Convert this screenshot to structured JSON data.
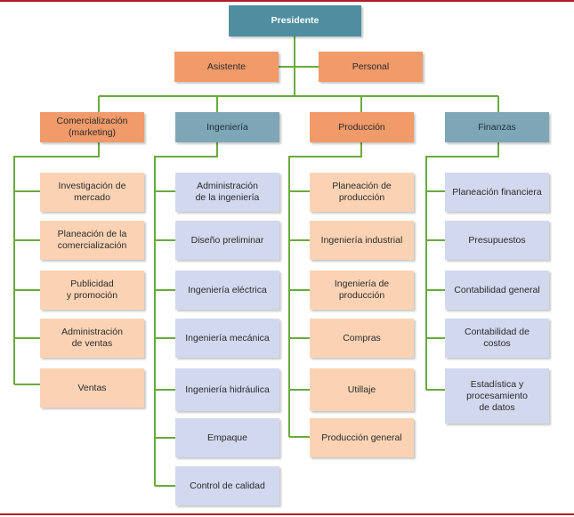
{
  "colors": {
    "president": "#4f8ea0",
    "orange": "#f19a6a",
    "teal": "#7fa6b6",
    "peach": "#fbd3b4",
    "lavender": "#d2d8ee",
    "connector": "#6aaa3c",
    "border": "#b01e23"
  },
  "president": "Presidente",
  "staff": [
    "Asistente",
    "Personal"
  ],
  "departments": [
    {
      "title": "Comercialización\n(marketing)",
      "items": [
        "Investigación de\nmercado",
        "Planeación de la\ncomercialización",
        "Publicidad\ny promoción",
        "Administración\nde ventas",
        "Ventas"
      ]
    },
    {
      "title": "Ingeniería",
      "items": [
        "Administración\nde la ingeniería",
        "Diseño preliminar",
        "Ingeniería eléctrica",
        "Ingeniería mecánica",
        "Ingeniería hidráulica",
        "Empaque",
        "Control de calidad"
      ]
    },
    {
      "title": "Producción",
      "items": [
        "Planeación de\nproducción",
        "Ingeniería industrial",
        "Ingeniería de\nproducción",
        "Compras",
        "Utillaje",
        "Producción general"
      ]
    },
    {
      "title": "Finanzas",
      "items": [
        "Planeación financiera",
        "Presupuestos",
        "Contabilidad general",
        "Contabilidad de costos",
        "Estadística y\nprocesamiento\nde datos"
      ]
    }
  ]
}
